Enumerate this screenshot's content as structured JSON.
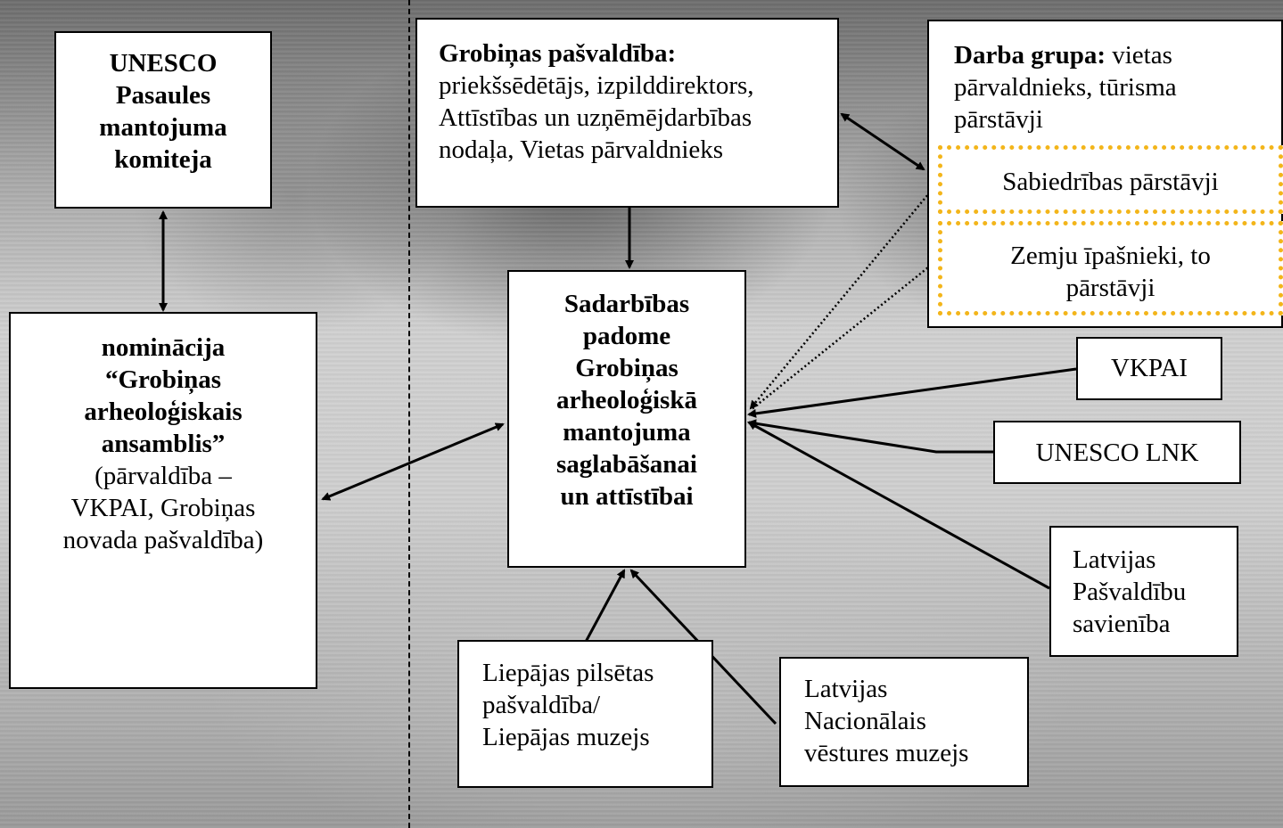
{
  "unesco_committee": {
    "line1": "UNESCO",
    "line2": "Pasaules",
    "line3": "mantojuma",
    "line4": "komiteja"
  },
  "nomination": {
    "line1": "nominācija",
    "line2": "“Grobiņas",
    "line3": "arheoloģiskais",
    "line4": "ansamblis”",
    "line5": "(pārvaldība –",
    "line6": "VKPAI, Grobiņas",
    "line7": "novada pašvaldība)"
  },
  "municipality": {
    "title": "Grobiņas pašvaldība:",
    "line1": "priekšsēdētājs, izpilddirektors,",
    "line2": "Attīstības un uzņēmējdarbības",
    "line3": "nodaļa, Vietas pārvaldnieks"
  },
  "council": {
    "line1": "Sadarbības",
    "line2": "padome",
    "line3": "Grobiņas",
    "line4": "arheoloģiskā",
    "line5": "mantojuma",
    "line6": "saglabāšanai",
    "line7": "un attīstībai"
  },
  "working_group": {
    "title": "Darba grupa:",
    "line1": "vietas",
    "line2": "pārvaldnieks, tūrisma",
    "line3": "pārstāvji"
  },
  "public_reps": {
    "label": "Sabiedrības pārstāvji"
  },
  "landowners": {
    "line1": "Zemju īpašnieki, to",
    "line2": "pārstāvji"
  },
  "vkpai": {
    "label": "VKPAI"
  },
  "unesco_lnk": {
    "label": "UNESCO LNK"
  },
  "municipalities_union": {
    "line1": "Latvijas",
    "line2": "Pašvaldību",
    "line3": "savienība"
  },
  "liepaja": {
    "line1": "Liepājas pilsētas",
    "line2": "pašvaldība/",
    "line3": "Liepājas muzejs"
  },
  "history_museum": {
    "line1": "Latvijas",
    "line2": "Nacionālais",
    "line3": "vēstures muzejs"
  },
  "colors": {
    "dotted_border": "#f3b51a",
    "box_fill": "#ffffff",
    "line": "#000000"
  }
}
